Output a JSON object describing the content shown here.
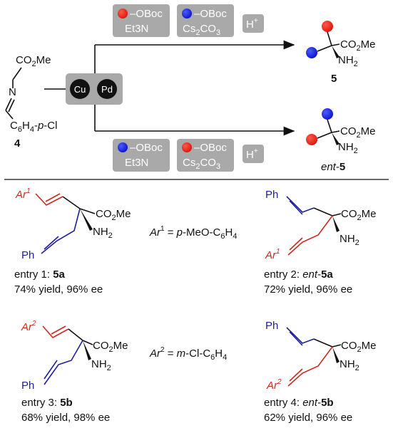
{
  "top": {
    "substrate": {
      "ester": "CO2Me",
      "n_atom": "N",
      "aryl": "C6H4-p-Cl",
      "compound_number": "4"
    },
    "catalysts": {
      "cu": "Cu",
      "pd": "Pd"
    },
    "upper_conditions": {
      "reagent1": "–OBoc",
      "base1": "Et3N",
      "reagent2": "–OBoc",
      "base2": "Cs2CO3",
      "acid": "H+"
    },
    "lower_conditions": {
      "reagent1": "–OBoc",
      "base1": "Et3N",
      "reagent2": "–OBoc",
      "base2": "Cs2CO3",
      "acid": "H+"
    },
    "product_upper": {
      "ester": "CO2Me",
      "amine": "NH2",
      "label": "5"
    },
    "product_lower": {
      "ester": "CO2Me",
      "amine": "NH2",
      "label_prefix": "ent-",
      "label_num": "5"
    }
  },
  "entries": [
    {
      "ar": "Ar1",
      "ester": "CO2Me",
      "amine": "NH2",
      "ph": "Ph",
      "label": "entry 1: ",
      "compound": "5a",
      "yield": "74% yield, 96% ee"
    },
    {
      "ar": "Ar1",
      "ester": "CO2Me",
      "amine": "NH2",
      "ph": "Ph",
      "label": "entry 2: ",
      "prefix": "ent-",
      "compound": "5a",
      "yield": "72% yield, 96% ee"
    },
    {
      "ar": "Ar2",
      "ester": "CO2Me",
      "amine": "NH2",
      "ph": "Ph",
      "label": "entry 3: ",
      "compound": "5b",
      "yield": "68% yield, 98% ee"
    },
    {
      "ar": "Ar2",
      "ester": "CO2Me",
      "amine": "NH2",
      "ph": "Ph",
      "label": "entry 4: ",
      "prefix": "ent-",
      "compound": "5b",
      "yield": "62% yield, 96% ee"
    }
  ],
  "definitions": {
    "ar1": "Ar1 = p-MeO-C6H4",
    "ar2": "Ar2 = m-Cl-C6H4"
  },
  "colors": {
    "red": "#cc2a1f",
    "blue": "#1e1ea0",
    "gray": "#a9a9a9"
  }
}
